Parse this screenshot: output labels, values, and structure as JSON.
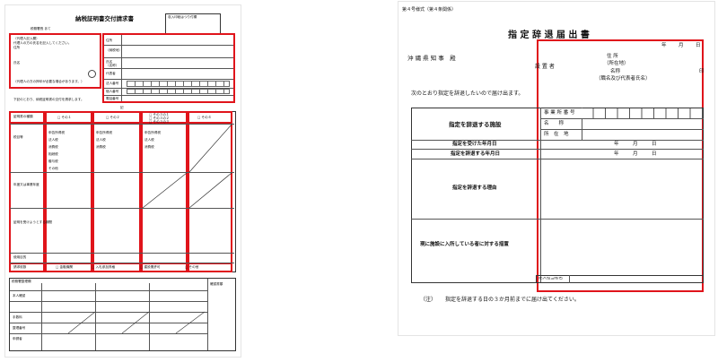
{
  "left_doc": {
    "title": "納税証明書交付請求書",
    "addressee": "税務署長 あて",
    "stamp_box_label": "収入印紙はつり付欄",
    "agent_section_label": "（代理人記入欄）",
    "agent_line1": "代理人の方の氏名を記入してください。",
    "agent_address": "住所",
    "agent_name": "氏名",
    "agent_note": "（代理人の方の押印が必要な場合があります。）",
    "right_block_labels": [
      "住所",
      "（納税地）",
      "氏名",
      "（名称）",
      "代表者",
      "法人番号",
      "個人番号",
      "電話番号"
    ],
    "instruction": "下記のとおり、納税証明書の交付を請求します。",
    "mid_label": "記",
    "col_options": [
      "□ その１",
      "□ その２",
      "□ その３の１",
      "□ その３の２",
      "□ その３の３",
      "□ その４"
    ],
    "row_labels": [
      "証明書の種類",
      "税目等",
      "年度又は事業年度",
      "証明を受けようとする期間",
      "使用目的",
      "請求枚数"
    ],
    "tax_items": [
      "申告所得税",
      "法人税",
      "消費税",
      "相続税",
      "贈与税",
      "その他"
    ],
    "purposes": [
      "□ 金融機関",
      "□ 入札参加資格",
      "□ 建設業許可",
      "□ その他"
    ],
    "bottom_section": "税務署整理欄",
    "bottom_labels": [
      "確認書類",
      "本人確認",
      "手数料",
      "整理番号",
      "申請者"
    ],
    "stamp_icon": "circle-seal-icon"
  },
  "right_doc": {
    "form_number": "第４号様式（第４条関係）",
    "title": "指 定 辞 退 届 出 書",
    "date_labels": [
      "年",
      "月",
      "日"
    ],
    "addressee": "沖 縄 県 知 事　殿",
    "applicant_label": "設 置 者",
    "address_label": "住 所",
    "address_sub": "（所在地）",
    "name_label": "名称",
    "name_sub": "（職名及び代表者氏名）",
    "seal": "印",
    "intro": "次のとおり指定を辞退したいので届け出ます。",
    "facility_label": "指定を辞退する施設",
    "facility_fields": [
      "事 業 所 番 号",
      "名　　称",
      "所　在　地"
    ],
    "designated_date_label": "指定を受けた年月日",
    "withdraw_date_label": "指定を辞退する年月日",
    "ymd": [
      "年",
      "月",
      "日"
    ],
    "reason_label": "指定を辞退する理由",
    "measures_label": "現に施設に入所している者に対する措置",
    "contact_label": "記入担当者名",
    "note_prefix": "（注）",
    "note": "指定を辞退する日の３か月前までに届け出てください。"
  },
  "highlight_color": "#e0141b"
}
